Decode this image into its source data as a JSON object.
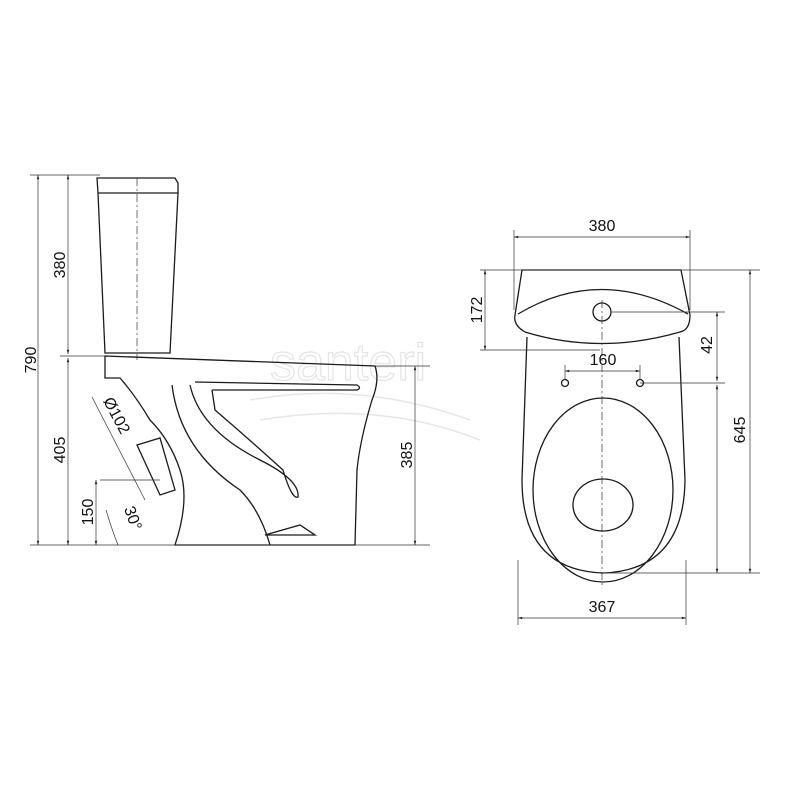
{
  "watermark": "santeri",
  "side_view": {
    "total_height": "790",
    "tank_height": "380",
    "bowl_height": "405",
    "outlet_height": "150",
    "seat_height": "385",
    "outlet_diameter": "Ø102",
    "outlet_angle": "30°"
  },
  "top_view": {
    "tank_width": "380",
    "tank_depth": "172",
    "hole_offset": "42",
    "bolt_spacing": "160",
    "total_length": "645",
    "bowl_width": "367"
  }
}
